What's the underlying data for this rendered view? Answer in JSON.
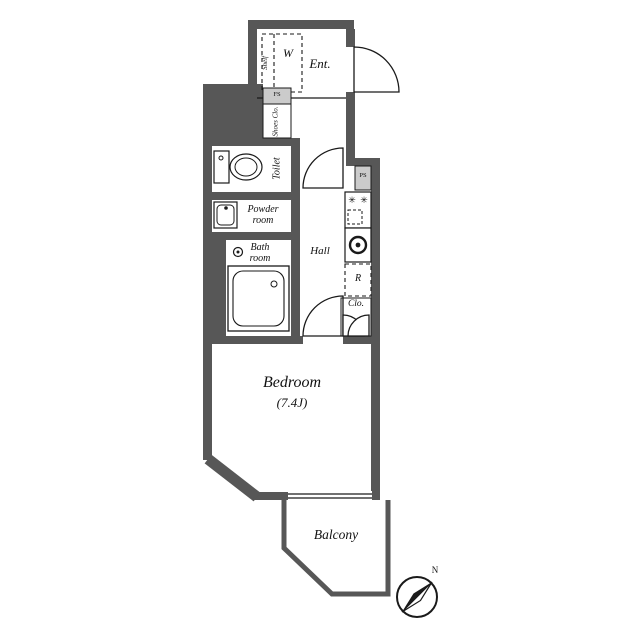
{
  "meta": {
    "type": "apartment-floor-plan"
  },
  "colors": {
    "wall": "#575757",
    "line": "#1a1a1a",
    "utility_box": "#cbcbcb"
  },
  "labels": {
    "entrance": "Ent.",
    "w_box": "W",
    "shelf": "Shelf",
    "fs": "FS",
    "shoes_closet": "Shoes Clo.",
    "toilet": "Toilet",
    "powder_room": "Powder room",
    "bath_room": "Bath room",
    "hall": "Hall",
    "ps": "PS",
    "refrigerator": "R",
    "closet": "Clo.",
    "bedroom": "Bedroom",
    "bedroom_size": "(7.4J)",
    "balcony": "Balcony",
    "north": "N"
  },
  "icons": {
    "burner": "✳"
  }
}
